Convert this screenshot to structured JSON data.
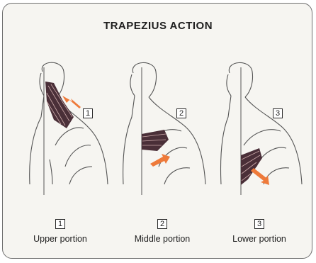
{
  "title": "TRAPEZIUS ACTION",
  "panels": [
    {
      "number": "1",
      "label": "Upper portion"
    },
    {
      "number": "2",
      "label": "Middle portion"
    },
    {
      "number": "3",
      "label": "Lower portion"
    }
  ],
  "colors": {
    "frame_border": "#6f6f6f",
    "frame_fill": "#f6f5f1",
    "muscle": "#4a2f38",
    "arrow": "#ee7a3a",
    "outline": "#555555"
  }
}
